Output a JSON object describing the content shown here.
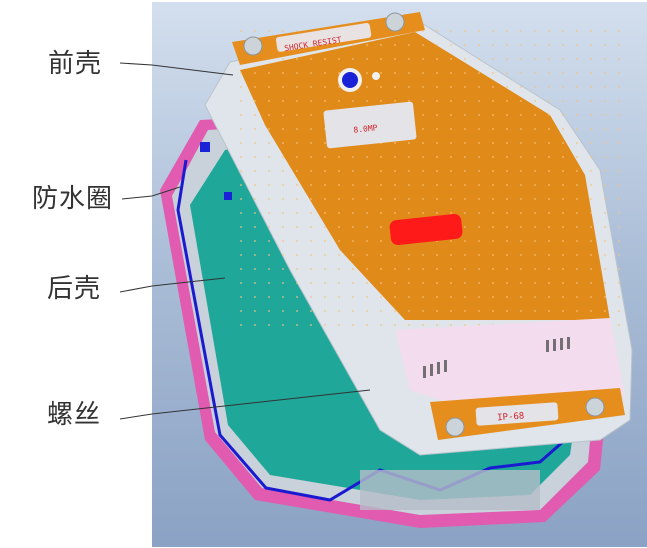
{
  "diagram": {
    "title": "",
    "labels": [
      {
        "id": "front-shell",
        "text": "前壳"
      },
      {
        "id": "waterproof-ring",
        "text": "防水圈"
      },
      {
        "id": "back-shell",
        "text": "后壳"
      },
      {
        "id": "screw",
        "text": "螺丝"
      }
    ],
    "device_markings": {
      "top_plate": "SHOCK RESIST",
      "camera_plate": "8.0MP",
      "bottom_plate": "IP-68"
    },
    "colors": {
      "background_viewport": "#a9bcd6",
      "front_shell_orange": "#e08a1a",
      "front_frame_silver": "#dfe5ea",
      "gasket_pink": "#e15bb0",
      "back_shell_green": "#1fa79a",
      "gasket_line_blue": "#1a1ad0",
      "red_slot": "#ff1a1a",
      "camera_blue": "#1a22d8",
      "bottom_panel_pink": "#f3dcee"
    }
  }
}
